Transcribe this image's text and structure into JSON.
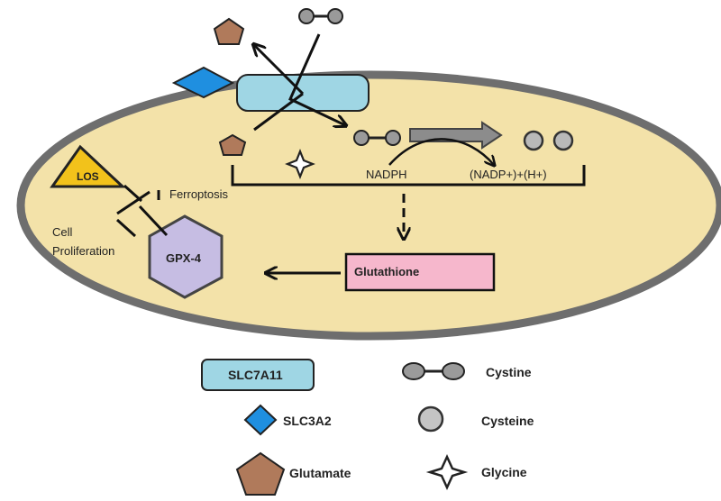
{
  "diagram": {
    "cell": {
      "labels": {
        "los": "LOS",
        "ferroptosis": "Ferroptosis",
        "cell_proliferation_line1": "Cell",
        "cell_proliferation_line2": "Proliferation",
        "gpx4": "GPX-4",
        "nadph": "NADPH",
        "nadp_h": "(NADP+)+(H+)",
        "glutathione": "Glutathione"
      }
    },
    "legend": {
      "slc7a11": "SLC7A11",
      "slc3a2": "SLC3A2",
      "glutamate": "Glutamate",
      "cystine": "Cystine",
      "cysteine": "Cysteine",
      "glycine": "Glycine"
    },
    "colors": {
      "cytoplasm": "#f3e2a9",
      "membrane": "#6e6e6e",
      "transporter": "#9fd6e4",
      "slc3a2": "#1f8fe0",
      "glutamate": "#b07a5b",
      "los": "#f2c21b",
      "gpx4": "#c6bde3",
      "glutathione": "#f6b7cc",
      "molecule": "#9a9a9a"
    }
  }
}
